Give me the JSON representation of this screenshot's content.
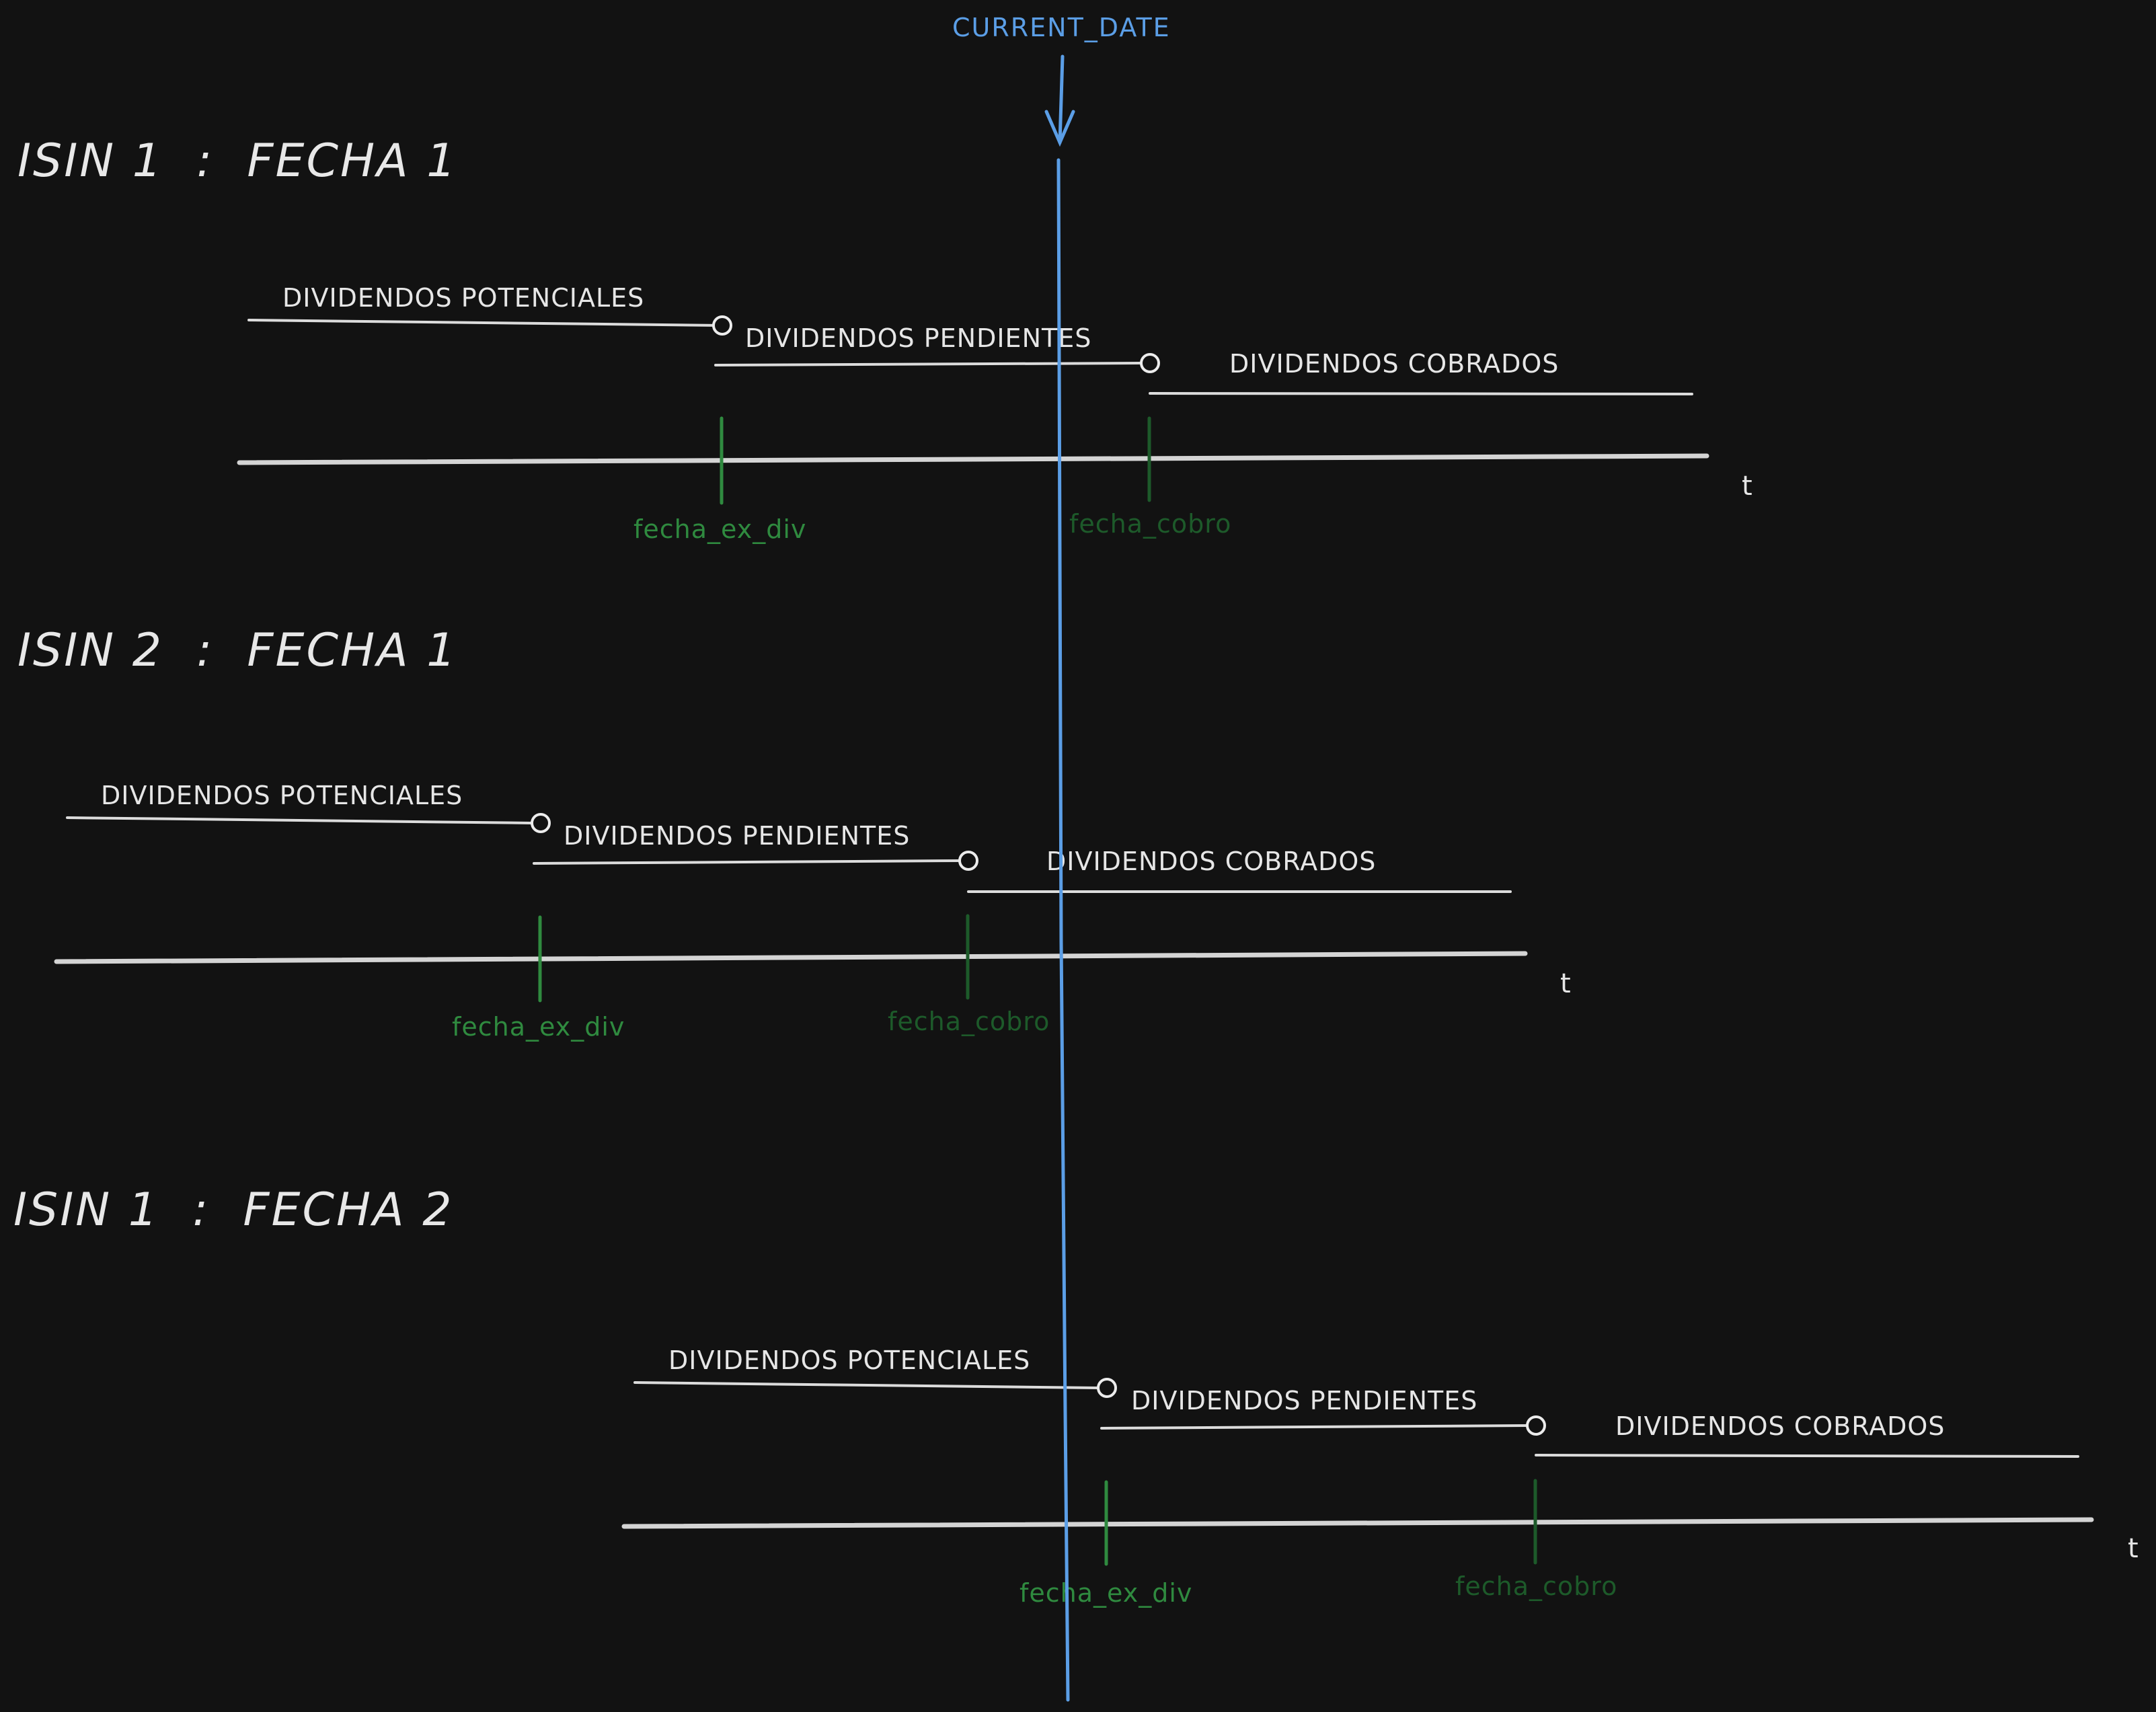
{
  "current_date": {
    "label": "CURRENT_DATE",
    "color": "#5b9ee6"
  },
  "colors": {
    "ex_div": "#2f8a3f",
    "cobro": "#1d5a2a",
    "phase": "#dcdcdc",
    "title": "#e8e8e8"
  },
  "sections": [
    {
      "title": "ISIN 1  :  FECHA 1",
      "phases": [
        "DIVIDENDOS POTENCIALES",
        "DIVIDENDOS PENDIENTES",
        "DIVIDENDOS COBRADOS"
      ],
      "ex_div_label": "fecha_ex_div",
      "cobro_label": "fecha_cobro",
      "axis_label": "t"
    },
    {
      "title": "ISIN 2  :  FECHA 1",
      "phases": [
        "DIVIDENDOS POTENCIALES",
        "DIVIDENDOS PENDIENTES",
        "DIVIDENDOS COBRADOS"
      ],
      "ex_div_label": "fecha_ex_div",
      "cobro_label": "fecha_cobro",
      "axis_label": "t"
    },
    {
      "title": "ISIN 1  :  FECHA 2",
      "phases": [
        "DIVIDENDOS POTENCIALES",
        "DIVIDENDOS PENDIENTES",
        "DIVIDENDOS COBRADOS"
      ],
      "ex_div_label": "fecha_ex_div",
      "cobro_label": "fecha_cobro",
      "axis_label": "t"
    }
  ]
}
